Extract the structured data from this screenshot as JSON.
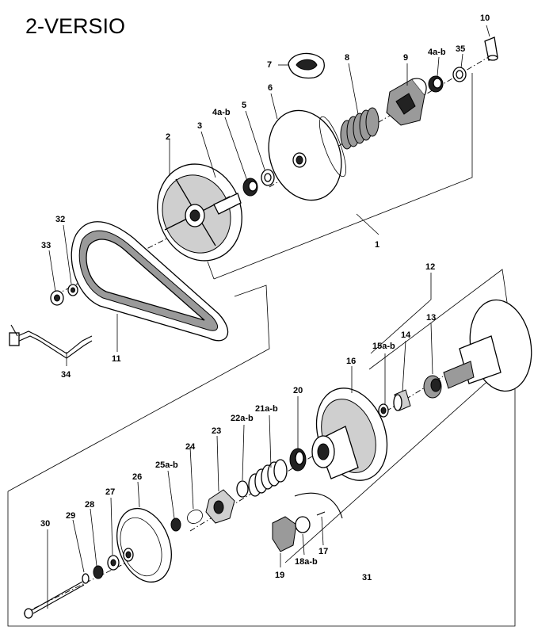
{
  "title": "2-VERSIO",
  "callouts": [
    {
      "id": "c-10",
      "label": "10"
    },
    {
      "id": "c-7",
      "label": "7"
    },
    {
      "id": "c-8",
      "label": "8"
    },
    {
      "id": "c-9",
      "label": "9"
    },
    {
      "id": "c-4ab-top",
      "label": "4a-b"
    },
    {
      "id": "c-35",
      "label": "35"
    },
    {
      "id": "c-6",
      "label": "6"
    },
    {
      "id": "c-4ab",
      "label": "4a-b"
    },
    {
      "id": "c-5",
      "label": "5"
    },
    {
      "id": "c-3",
      "label": "3"
    },
    {
      "id": "c-2",
      "label": "2"
    },
    {
      "id": "c-1",
      "label": "1"
    },
    {
      "id": "c-32",
      "label": "32"
    },
    {
      "id": "c-33",
      "label": "33"
    },
    {
      "id": "c-11",
      "label": "11"
    },
    {
      "id": "c-34",
      "label": "34"
    },
    {
      "id": "c-12",
      "label": "12"
    },
    {
      "id": "c-15ab",
      "label": "15a-b"
    },
    {
      "id": "c-14",
      "label": "14"
    },
    {
      "id": "c-13",
      "label": "13"
    },
    {
      "id": "c-16",
      "label": "16"
    },
    {
      "id": "c-20",
      "label": "20"
    },
    {
      "id": "c-21ab",
      "label": "21a-b"
    },
    {
      "id": "c-22ab",
      "label": "22a-b"
    },
    {
      "id": "c-23",
      "label": "23"
    },
    {
      "id": "c-24",
      "label": "24"
    },
    {
      "id": "c-25ab",
      "label": "25a-b"
    },
    {
      "id": "c-26",
      "label": "26"
    },
    {
      "id": "c-27",
      "label": "27"
    },
    {
      "id": "c-28",
      "label": "28"
    },
    {
      "id": "c-29",
      "label": "29"
    },
    {
      "id": "c-30",
      "label": "30"
    },
    {
      "id": "c-19",
      "label": "19"
    },
    {
      "id": "c-18ab",
      "label": "18a-b"
    },
    {
      "id": "c-17",
      "label": "17"
    },
    {
      "id": "c-31",
      "label": "31"
    }
  ]
}
